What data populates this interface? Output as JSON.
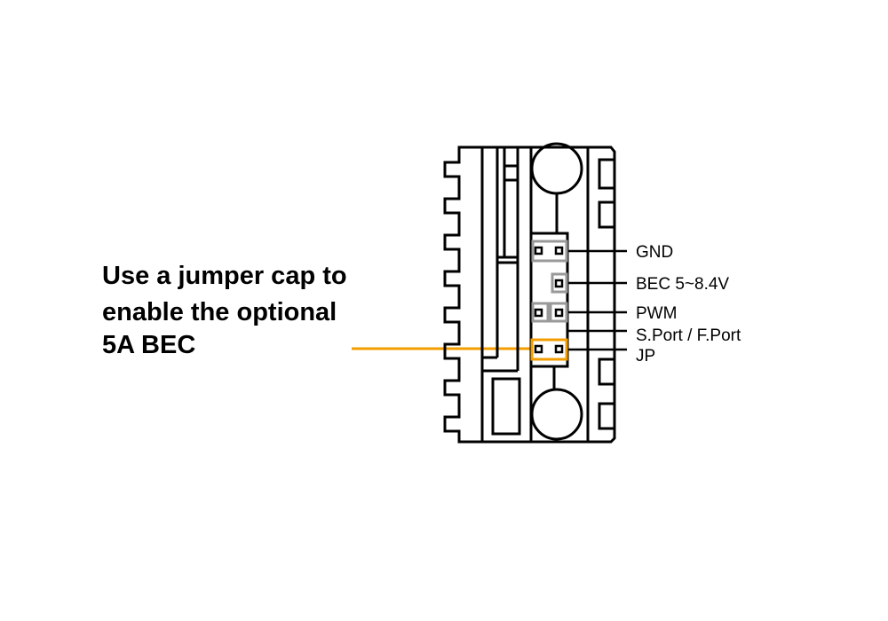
{
  "callout": {
    "lines": [
      "Use a jumper cap to",
      "enable the  optional",
      "5A BEC"
    ]
  },
  "pins": {
    "gnd": "GND",
    "bec": "BEC 5~8.4V",
    "pwm": "PWM",
    "sport": "S.Port / F.Port",
    "jp": "JP"
  },
  "colors": {
    "accent": "#f29c00",
    "pad_outline": "#999999",
    "line": "#000000"
  }
}
